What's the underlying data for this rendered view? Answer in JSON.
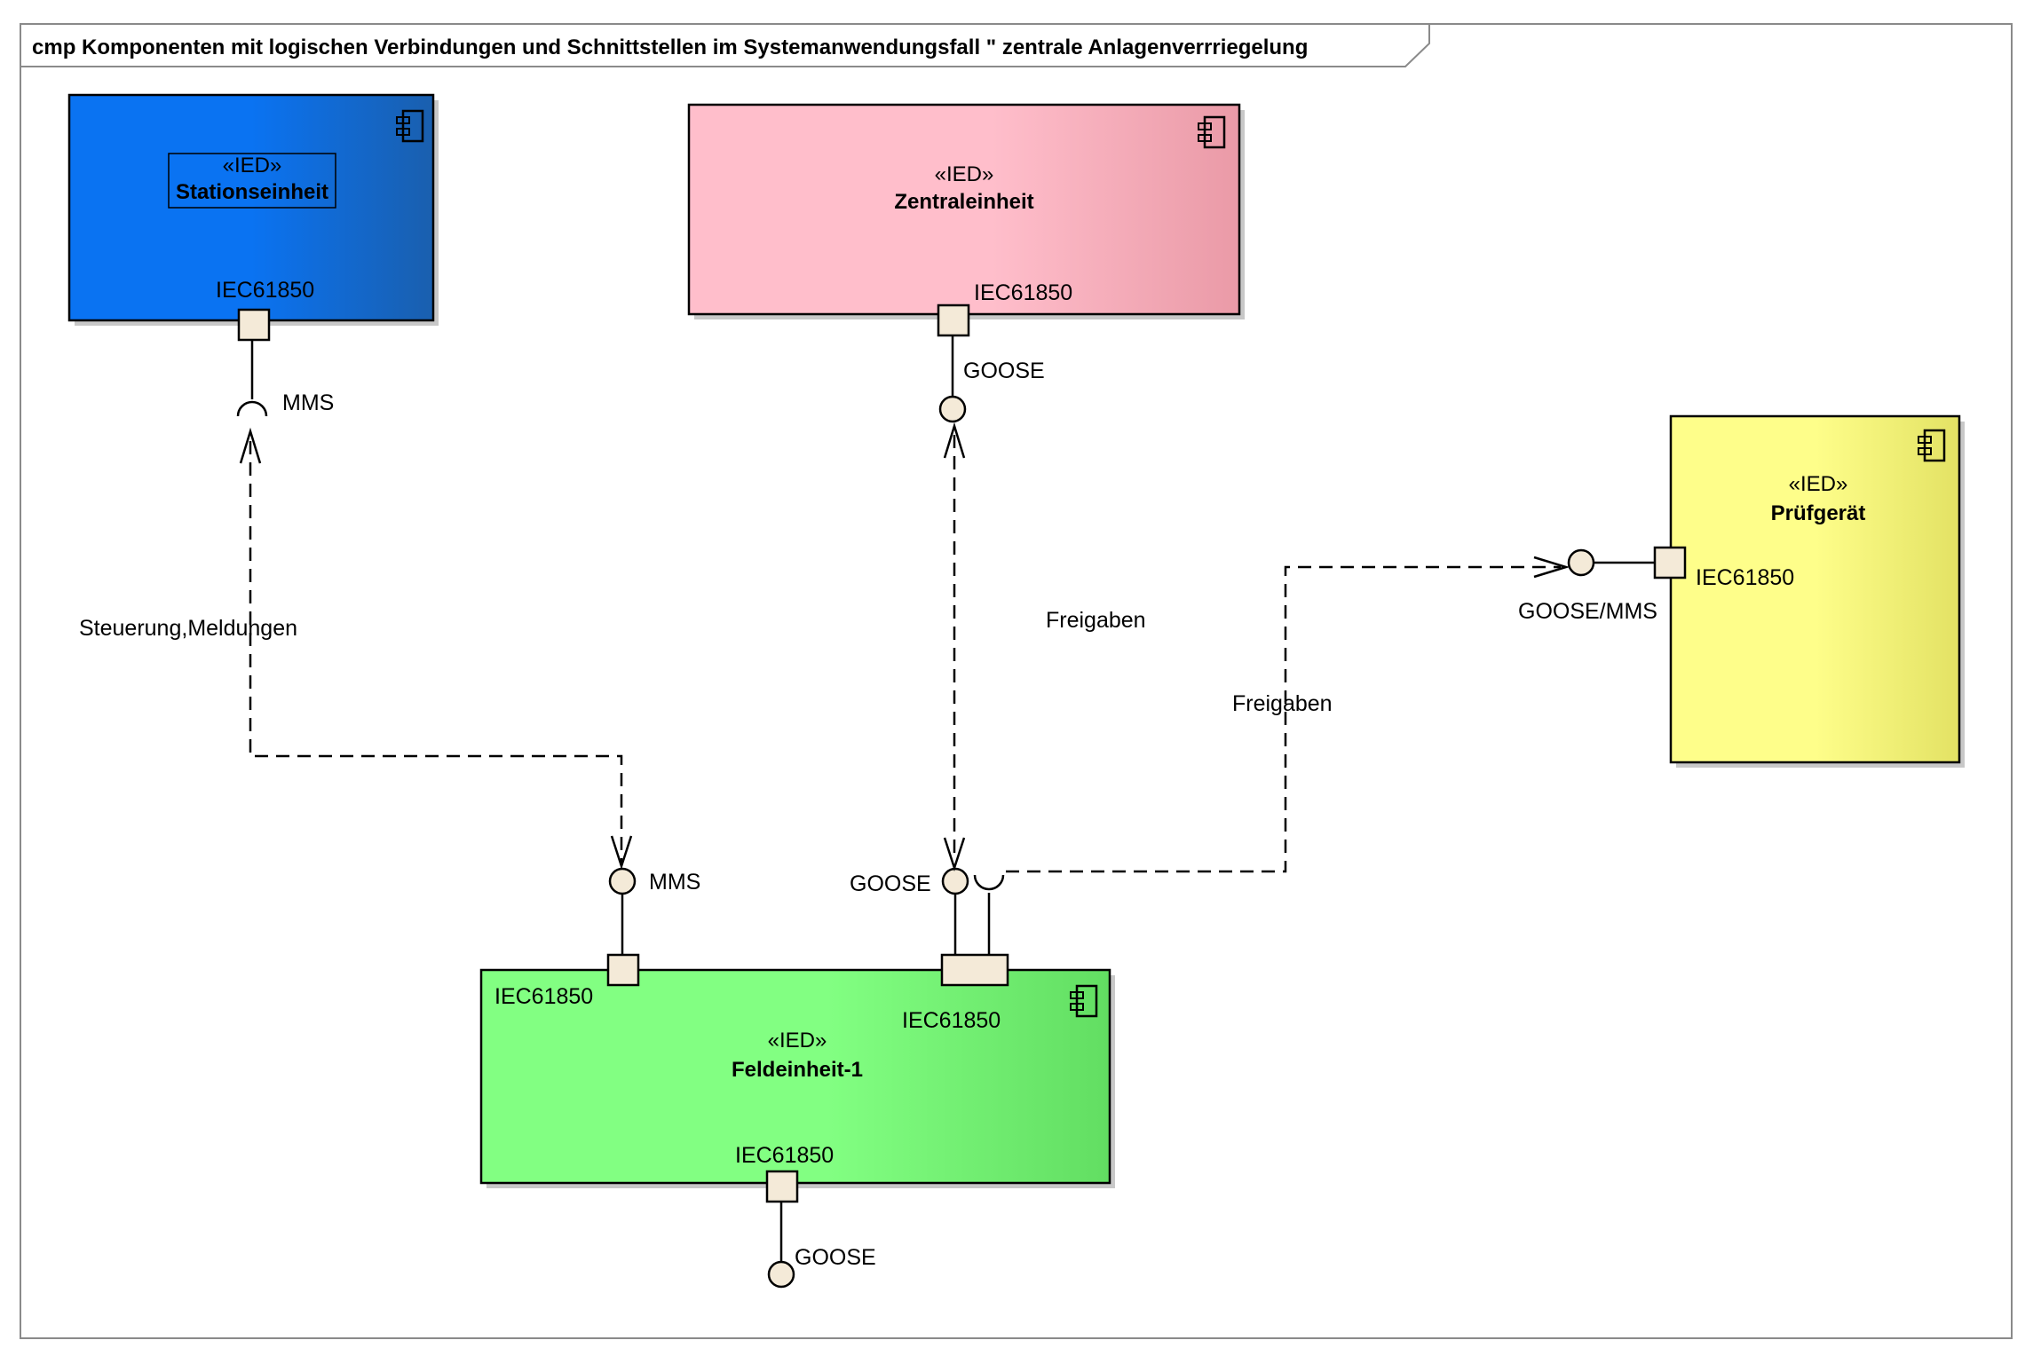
{
  "diagram": {
    "title": "cmp Komponenten mit logischen Verbindungen und Schnittstellen im Systemanwendungsfall \" zentrale Anlagenverrriegelung"
  },
  "components": {
    "stationseinheit": {
      "stereotype": "«IED»",
      "name": "Stationseinheit",
      "port": "IEC61850",
      "iface": "MMS",
      "fill_from": "#0a73f2",
      "fill_to": "#1a5fae"
    },
    "zentraleinheit": {
      "stereotype": "«IED»",
      "name": "Zentraleinheit",
      "port": "IEC61850",
      "iface": "GOOSE",
      "fill_from": "#ffbecb",
      "fill_to": "#ea9aa7"
    },
    "pruefgeraet": {
      "stereotype": "«IED»",
      "name": "Prüfgerät",
      "port": "IEC61850",
      "iface": "GOOSE/MMS",
      "fill_from": "#fefe8a",
      "fill_to": "#e3e264"
    },
    "feldeinheit": {
      "stereotype": "«IED»",
      "name": "Feldeinheit-1",
      "port_left": "IEC61850",
      "port_mid": "IEC61850",
      "port_bottom": "IEC61850",
      "iface_left": "MMS",
      "iface_mid": "GOOSE",
      "iface_bottom": "GOOSE",
      "fill_from": "#82ff82",
      "fill_to": "#62de62"
    }
  },
  "connectors": {
    "steuerung": "Steuerung,Meldungen",
    "freigaben_1": "Freigaben",
    "freigaben_2": "Freigaben"
  }
}
